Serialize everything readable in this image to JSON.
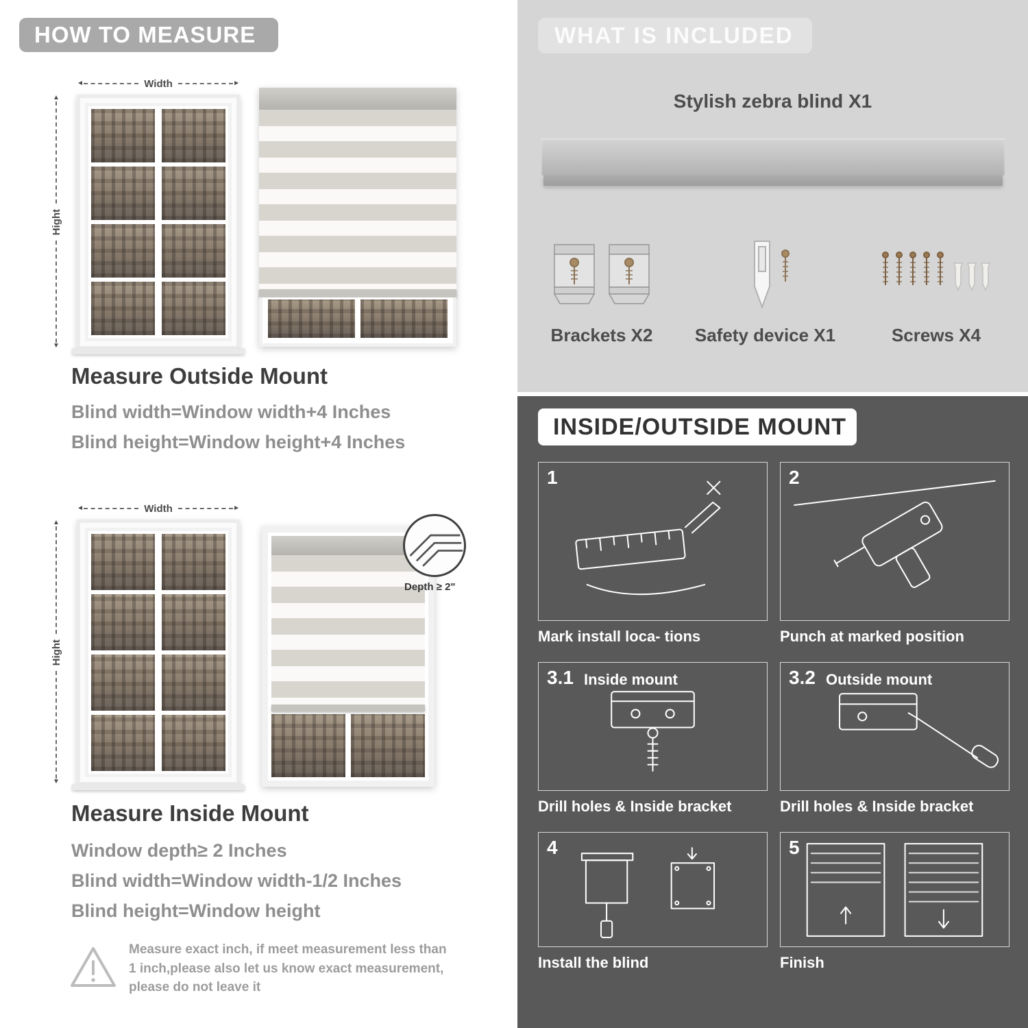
{
  "colors": {
    "banner_gray": "#a9a9a9",
    "section_light": "#d5d5d5",
    "section_dark": "#595959",
    "heading_text": "#3d3d3d",
    "body_text": "#8e8e8e"
  },
  "icons": {
    "arrow_left": "◄",
    "arrow_right": "►",
    "arrow_up": "▲",
    "arrow_down": "▼"
  },
  "left": {
    "banner": "HOW TO MEASURE",
    "outside": {
      "width_label": "Width",
      "height_label": "Hight",
      "heading": "Measure Outside Mount",
      "lines": [
        "Blind width=Window width+4 Inches",
        "Blind height=Window height+4 Inches"
      ]
    },
    "inside": {
      "width_label": "Width",
      "height_label": "Hight",
      "depth_label": "Depth ≥ 2\"",
      "heading": "Measure Inside Mount",
      "lines": [
        "Window depth≥ 2 Inches",
        "Blind width=Window width-1/2 Inches",
        "Blind height=Window height"
      ],
      "note": "Measure exact inch, if meet measurement less than 1 inch,please also let us know exact measurement, please do not leave it"
    }
  },
  "right": {
    "included": {
      "banner": "WHAT IS INCLUDED",
      "blind_label": "Stylish zebra blind X1",
      "parts": [
        {
          "label": "Brackets X2"
        },
        {
          "label": "Safety device X1"
        },
        {
          "label": "Screws X4"
        }
      ]
    },
    "mount": {
      "banner": "INSIDE/OUTSIDE MOUNT",
      "steps": [
        {
          "num": "1",
          "title": "",
          "caption": "Mark install loca- tions"
        },
        {
          "num": "2",
          "title": "",
          "caption": "Punch at  marked position"
        },
        {
          "num": "3.1",
          "title": "Inside mount",
          "caption": "Drill holes &  Inside bracket"
        },
        {
          "num": "3.2",
          "title": "Outside mount",
          "caption": "Drill holes &  Inside bracket"
        },
        {
          "num": "4",
          "title": "",
          "caption": "Install the blind"
        },
        {
          "num": "5",
          "title": "",
          "caption": "Finish"
        }
      ]
    }
  }
}
